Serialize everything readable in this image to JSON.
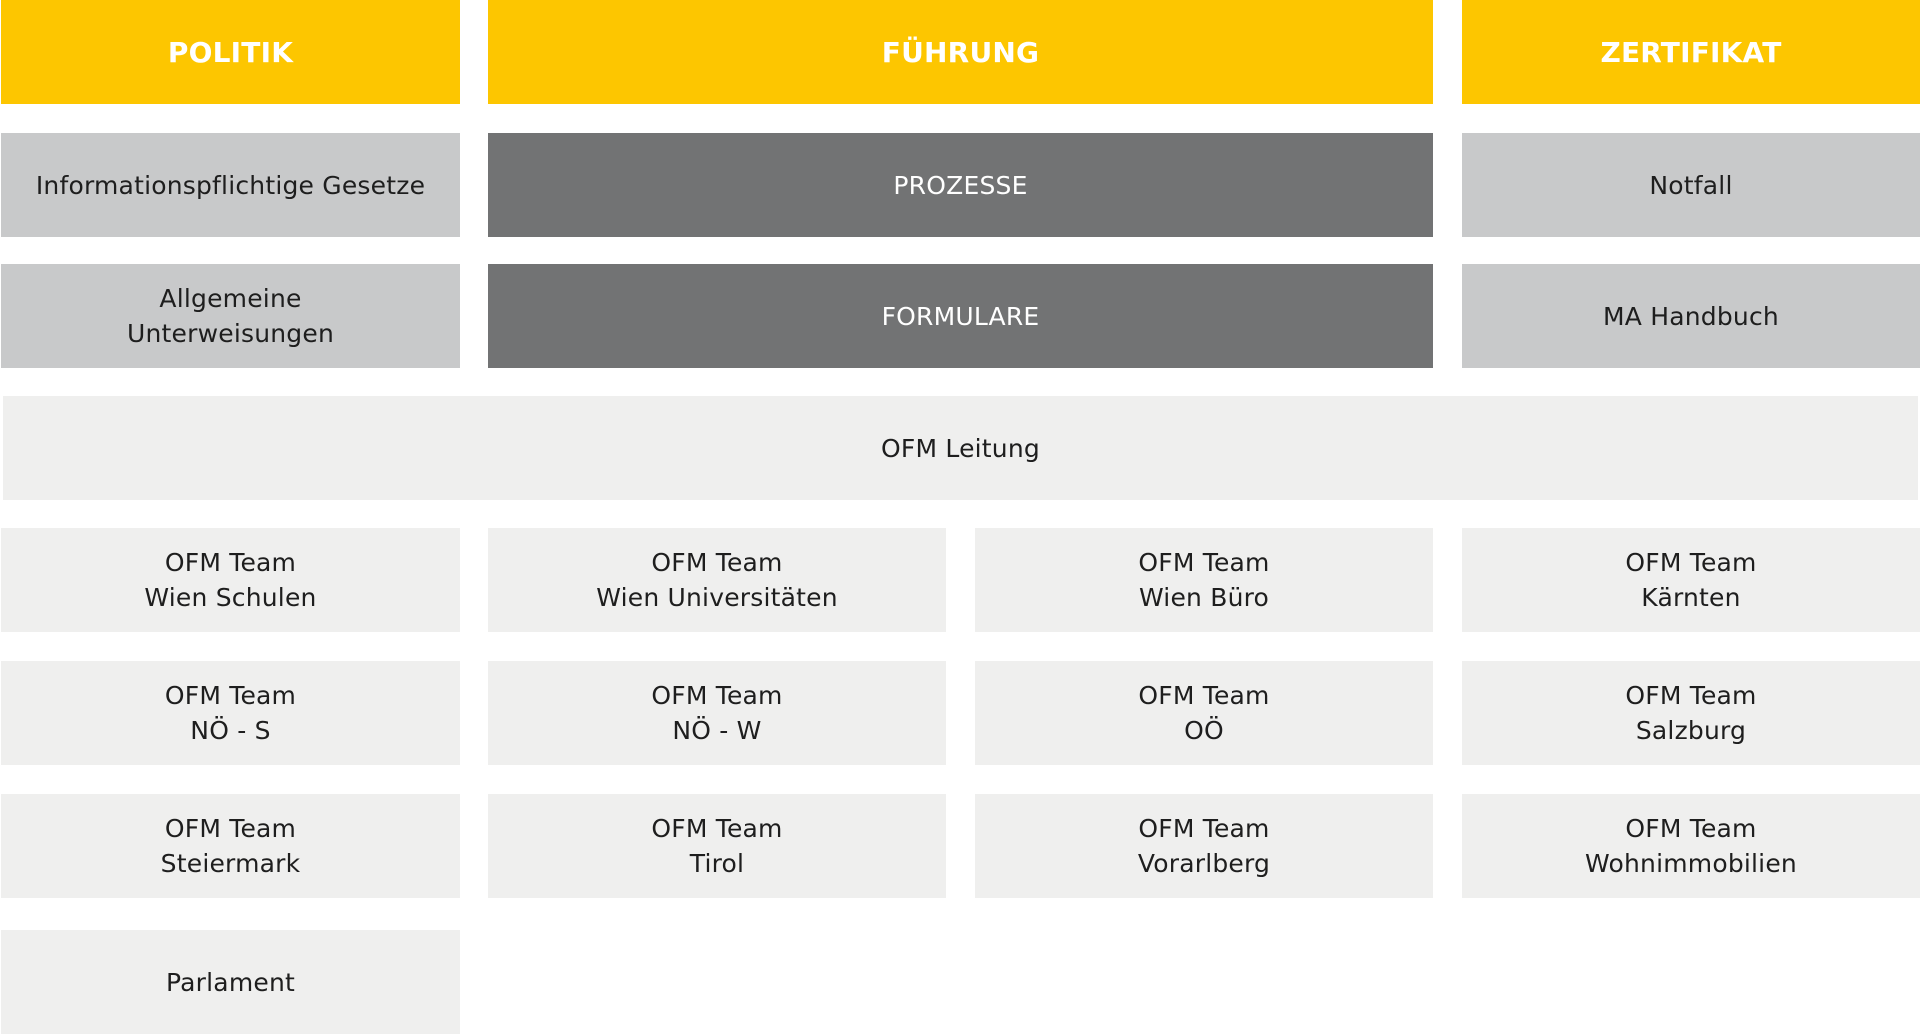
{
  "header": {
    "politik": "POLITIK",
    "fuehrung": "FÜHRUNG",
    "zertifikat": "ZERTIFIKAT"
  },
  "row2": {
    "left": "Informationspflichtige Gesetze",
    "center": "PROZESSE",
    "right": "Notfall"
  },
  "row3": {
    "left": "Allgemeine\nUnterweisungen",
    "center": "FORMULARE",
    "right": "MA Handbuch"
  },
  "leitung": "OFM Leitung",
  "teams": [
    "OFM Team\nWien Schulen",
    "OFM Team\nWien Universitäten",
    "OFM Team\nWien Büro",
    "OFM Team\nKärnten",
    "OFM Team\nNÖ - S",
    "OFM Team\nNÖ - W",
    "OFM Team\nOÖ",
    "OFM Team\nSalzburg",
    "OFM Team\nSteiermark",
    "OFM Team\nTirol",
    "OFM Team\nVorarlberg",
    "OFM Team\nWohnimmobilien",
    "Parlament"
  ],
  "colors": {
    "accent_yellow": "#fdc600",
    "dark_gray": "#727374",
    "mid_gray": "#c8c9ca",
    "light_gray": "#efefee"
  }
}
